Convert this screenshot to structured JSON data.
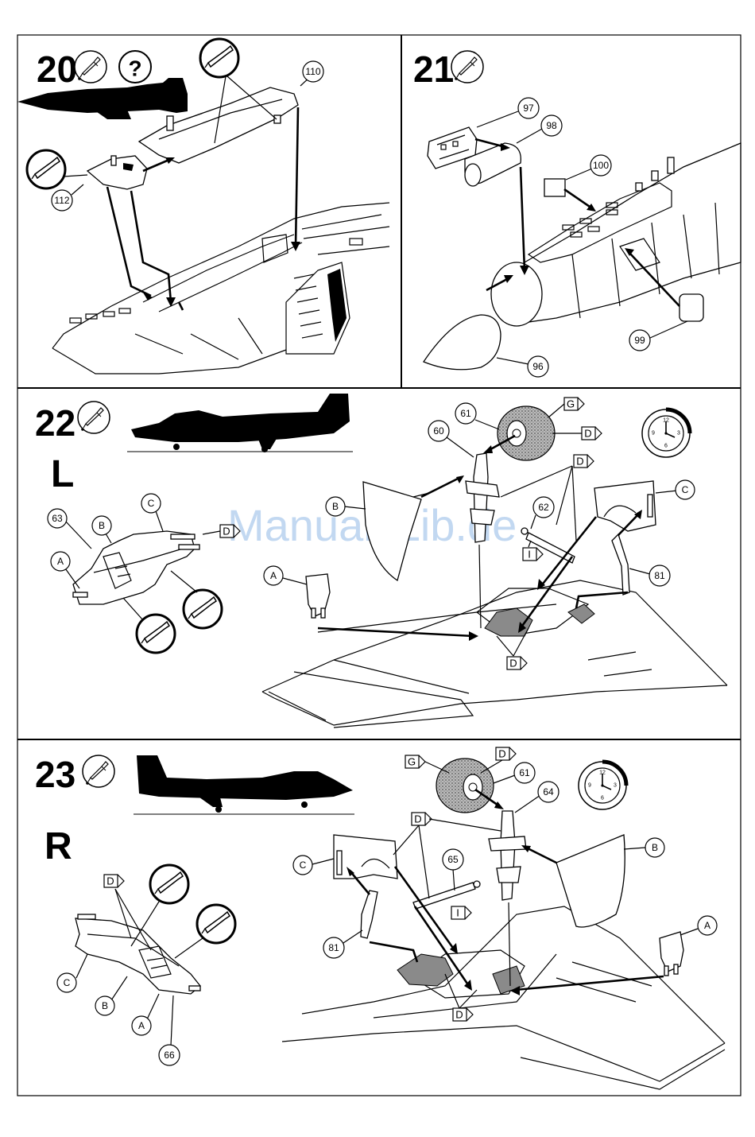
{
  "watermark": "ManualsLib.de",
  "steps": [
    {
      "number": "20",
      "icons": [
        "glue-tube-icon",
        "question-icon",
        "glue-tube-icon"
      ],
      "parts": [
        "110",
        "112"
      ]
    },
    {
      "number": "21",
      "icons": [
        "glue-tube-icon"
      ],
      "parts": [
        "97",
        "98",
        "100",
        "99",
        "96"
      ]
    },
    {
      "number": "22",
      "side": "L",
      "icons": [
        "glue-tube-icon",
        "clock-icon"
      ],
      "parts": [
        "61",
        "60",
        "B",
        "62",
        "C",
        "81",
        "A",
        "63",
        "B",
        "C",
        "A"
      ],
      "tags": [
        "G",
        "D",
        "D",
        "D",
        "I",
        "D"
      ]
    },
    {
      "number": "23",
      "side": "R",
      "icons": [
        "glue-tube-icon",
        "clock-icon"
      ],
      "parts": [
        "61",
        "64",
        "B",
        "65",
        "C",
        "81",
        "A",
        "C",
        "B",
        "A",
        "66"
      ],
      "tags": [
        "G",
        "D",
        "D",
        "I",
        "D",
        "D"
      ]
    }
  ],
  "clock_numbers": [
    "12",
    "3",
    "6",
    "9"
  ]
}
